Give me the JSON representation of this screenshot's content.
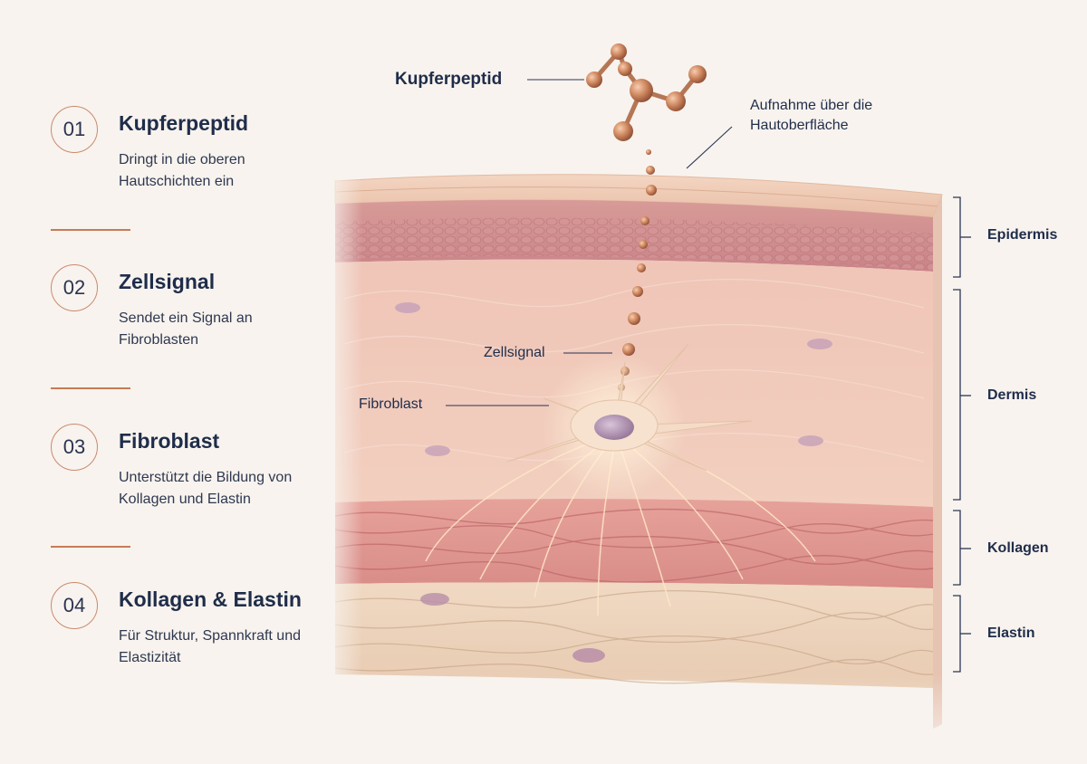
{
  "steps": [
    {
      "num": "01",
      "title": "Kupferpeptid",
      "desc": "Dringt in die oberen Hautschichten ein"
    },
    {
      "num": "02",
      "title": "Zellsignal",
      "desc": "Sendet ein Signal an Fibroblasten"
    },
    {
      "num": "03",
      "title": "Fibroblast",
      "desc": "Unterstützt die Bildung von Kollagen und Elastin"
    },
    {
      "num": "04",
      "title": "Kollagen & Elastin",
      "desc": "Für Struktur, Spannkraft und Elastizität"
    }
  ],
  "callouts": {
    "molecule": "Kupferpeptid",
    "uptake": "Aufnahme über die Hautoberfläche",
    "signal": "Zellsignal",
    "fibroblast": "Fibroblast"
  },
  "layers": {
    "epidermis": "Epidermis",
    "dermis": "Dermis",
    "collagen": "Kollagen",
    "elastin": "Elastin"
  },
  "colors": {
    "accent": "#c67b57",
    "text": "#1f2d4a",
    "background": "#f8f3ee"
  }
}
